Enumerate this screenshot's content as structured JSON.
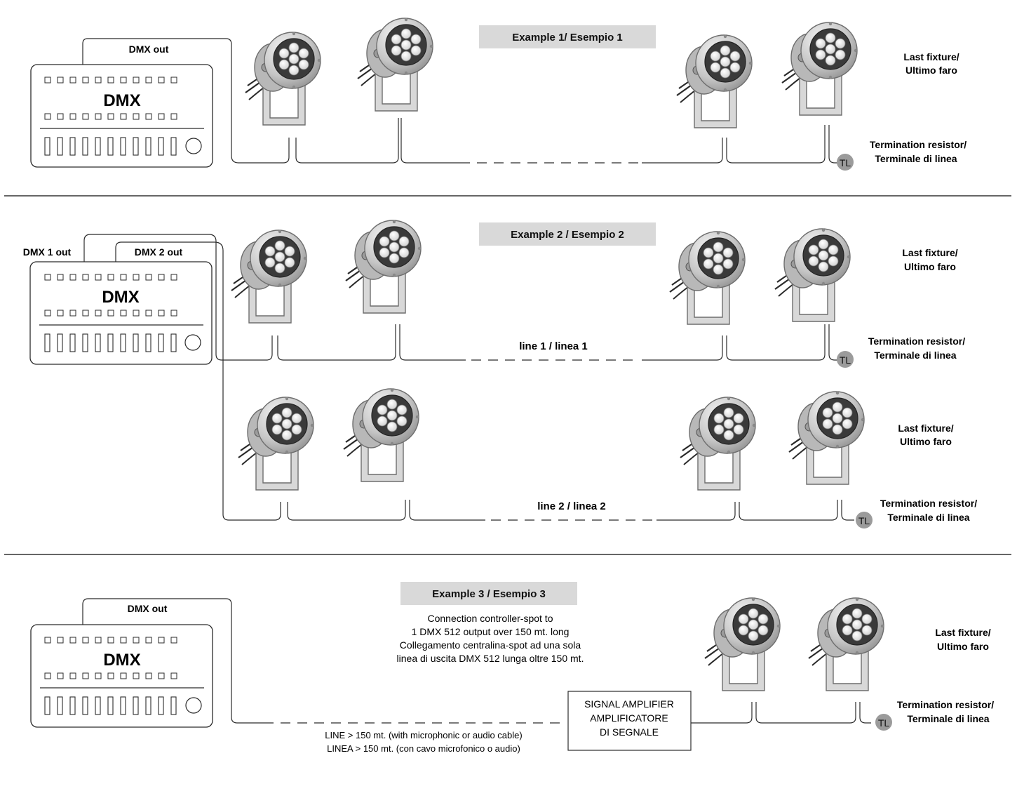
{
  "examples": [
    {
      "title": "Example 1/ Esempio 1",
      "controller": {
        "name": "DMX",
        "outputs": [
          "DMX out"
        ]
      },
      "last_fixture": [
        "Last fixture/",
        "Ultimo faro"
      ],
      "termination": [
        "Termination resistor/",
        "Terminale di linea"
      ],
      "terminator_badge": "TL"
    },
    {
      "title": "Example 2 / Esempio 2",
      "controller": {
        "name": "DMX",
        "outputs": [
          "DMX 1 out",
          "DMX 2 out"
        ]
      },
      "lines": [
        {
          "label": "line 1 / linea 1",
          "last_fixture": [
            "Last fixture/",
            "Ultimo faro"
          ],
          "termination": [
            "Termination resistor/",
            "Terminale di linea"
          ],
          "terminator_badge": "TL"
        },
        {
          "label": "line 2 / linea 2",
          "last_fixture": [
            "Last fixture/",
            "Ultimo faro"
          ],
          "termination": [
            "Termination resistor/",
            "Terminale di linea"
          ],
          "terminator_badge": "TL"
        }
      ]
    },
    {
      "title": "Example 3 / Esempio 3",
      "controller": {
        "name": "DMX",
        "outputs": [
          "DMX out"
        ]
      },
      "description": [
        "Connection controller-spot to",
        "1 DMX 512 output over 150 mt. long",
        "Collegamento centralina-spot ad una sola",
        "linea di uscita DMX 512 lunga oltre 150 mt."
      ],
      "amplifier": [
        "SIGNAL AMPLIFIER",
        "AMPLIFICATORE",
        "DI SEGNALE"
      ],
      "line_note": [
        "LINE > 150 mt. (with microphonic or audio cable)",
        "LINEA > 150 mt. (con cavo microfonico o audio)"
      ],
      "last_fixture": [
        "Last fixture/",
        "Ultimo faro"
      ],
      "termination": [
        "Termination resistor/",
        "Terminale di linea"
      ],
      "terminator_badge": "TL"
    }
  ],
  "colors": {
    "line": "#2b2b2b",
    "fixture_body": "#c9c9c9",
    "fixture_dark": "#3a3a3a",
    "title_bg": "#d9d9d9",
    "badge": "#9b9b9b",
    "divider": "#333333"
  }
}
